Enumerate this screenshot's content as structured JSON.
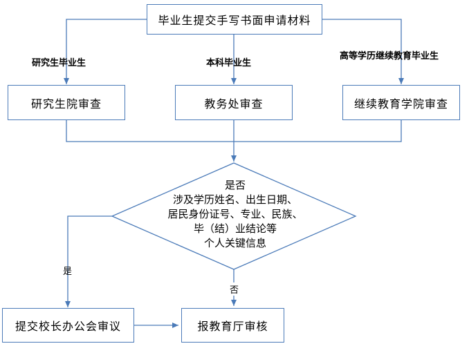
{
  "nodes": {
    "submit": "毕业生提交手写书面申请材料",
    "grad_review": "研究生院审查",
    "academic_review": "教务处审查",
    "continuing_review": "继续教育学院审查",
    "decision_lines": [
      "是否",
      "涉及学历姓名、出生日期、",
      "居民身份证号、专业、民族、",
      "毕（结）业结论等",
      "个人关键信息"
    ],
    "office_meeting": "提交校长办公会审议",
    "ministry_review": "报教育厅审核"
  },
  "edge_labels": {
    "graduate": "研究生毕业生",
    "undergraduate": "本科毕业生",
    "continuing": "高等学历继续教育毕业生",
    "yes": "是",
    "no": "否"
  },
  "colors": {
    "border": "#4a7ab8",
    "line": "#4a7ab8"
  }
}
